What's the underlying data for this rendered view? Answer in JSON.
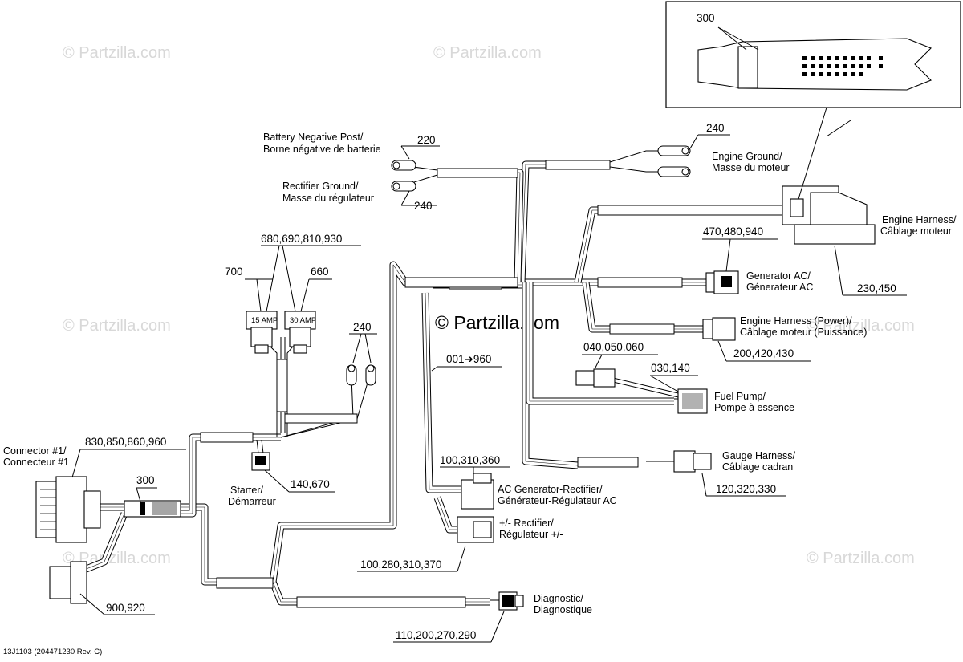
{
  "watermark": "© Partzilla.com",
  "diagram_code": "13J1103 (204471230 Rev. C)",
  "labels": {
    "battery_negative": [
      "Battery Negative Post/",
      "Borne négative de batterie"
    ],
    "rectifier_ground": [
      "Rectifier Ground/",
      "Masse du régulateur"
    ],
    "engine_ground": [
      "Engine Ground/",
      "Masse du moteur"
    ],
    "engine_harness": [
      "Engine Harness/",
      "Câblage moteur"
    ],
    "generator_ac": [
      "Generator AC/",
      "Génerateur AC"
    ],
    "engine_harness_power": [
      "Engine Harness (Power)/",
      "Câblage moteur (Puissance)"
    ],
    "fuel_pump": [
      "Fuel Pump/",
      "Pompe à essence"
    ],
    "gauge_harness": [
      "Gauge Harness/",
      "Câblage cadran"
    ],
    "ac_generator_rectifier": [
      "AC Generator-Rectifier/",
      "Générateur-Régulateur AC"
    ],
    "rectifier_pm": [
      "+/- Rectifier/",
      "Régulateur +/-"
    ],
    "diagnostic": [
      "Diagnostic/",
      "Diagnostique"
    ],
    "connector1": [
      "Connector #1/",
      "Connecteur #1"
    ],
    "starter": [
      "Starter/",
      "Démarreur"
    ]
  },
  "callouts": {
    "c220": "220",
    "c240_rect": "240",
    "c240_eng": "240",
    "c240_start": "240",
    "c300_inset": "300",
    "c300_main": "300",
    "c700": "700",
    "c680": "680,690,810,930",
    "c660": "660",
    "c470": "470,480,940",
    "c230": "230,450",
    "c200": "200,420,430",
    "c040": "040,050,060",
    "c030": "030,140",
    "c120": "120,320,330",
    "c001": "001➔960",
    "c100a": "100,310,360",
    "c100b": "100,280,310,370",
    "c110": "110,200,270,290",
    "c830": "830,850,860,960",
    "c140": "140,670",
    "c900": "900,920"
  },
  "fuse_labels": {
    "fuse15": "15 AMP",
    "fuse30": "30 AMP"
  }
}
